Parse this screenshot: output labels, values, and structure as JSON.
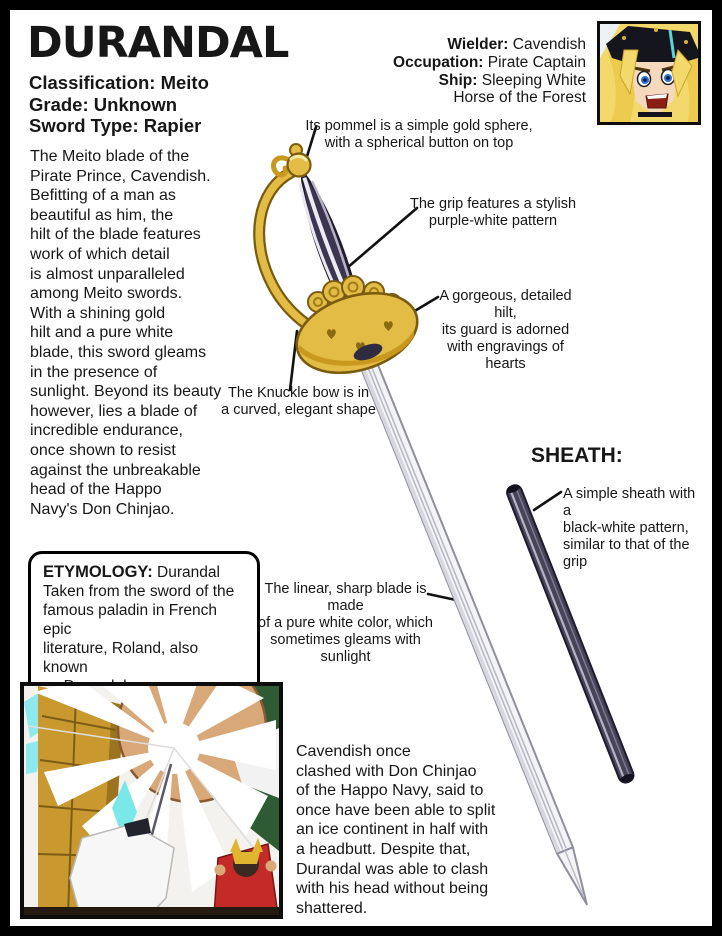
{
  "header": {
    "title": "DURANDAL",
    "stats": [
      {
        "label": "Classification:",
        "value": "Meito"
      },
      {
        "label": "Grade:",
        "value": "Unknown"
      },
      {
        "label": "Sword Type:",
        "value": "Rapier"
      }
    ],
    "wielder": {
      "rows": [
        {
          "label": "Wielder:",
          "value": "Cavendish"
        },
        {
          "label": "Occupation:",
          "value": "Pirate Captain"
        },
        {
          "label": "Ship:",
          "value": "Sleeping White"
        },
        {
          "label": "",
          "value": "Horse of the Forest"
        }
      ]
    }
  },
  "description": {
    "text": "The Meito blade of the\nPirate Prince, Cavendish.\nBefitting of a man as\nbeautiful as him, the\nhilt of the blade features\nwork of which detail\nis almost unparalleled\namong Meito swords.\nWith a shining gold\nhilt and a pure white\nblade, this sword gleams\nin the presence of\nsunlight. Beyond its beauty\nhowever, lies a blade of\nincredible endurance,\nonce shown to resist\nagainst the unbreakable\nhead of the Happo\nNavy's Don Chinjao."
  },
  "annotations": {
    "pommel": "Its pommel is a simple gold sphere,\nwith a spherical button on top",
    "grip": "The grip features a stylish\npurple-white pattern",
    "hilt": "A gorgeous, detailed hilt,\nits guard is adorned\nwith engravings of hearts",
    "knuckle_bow": "The Knuckle bow is in\na curved, elegant shape",
    "blade": "The linear, sharp blade is made\nof a pure white color, which\nsometimes gleams with sunlight"
  },
  "sheath": {
    "heading": "SHEATH:",
    "note": "A simple sheath with a\nblack-white pattern,\nsimilar to that of the grip"
  },
  "etymology": {
    "label": "ETYMOLOGY:",
    "text": "Durandal\nTaken from the sword of the\nfamous paladin in French epic\nliterature, Roland, also known\nas Durandal."
  },
  "footer": {
    "text": "Cavendish once\nclashed with Don Chinjao\nof the Happo Navy, said to\nonce have been able to split\nan ice continent in half with\na headbutt. Despite that,\nDurandal was able to clash\nwith his head without being\nshattered."
  },
  "images": {
    "portrait": "cavendish-portrait",
    "scene": "headbutt-clash-scene"
  },
  "colors": {
    "gold": "#e3bc45",
    "gold_dark": "#c9991f",
    "gold_outline": "#7a5c10",
    "grip_purple": "#3c3650",
    "grip_stripe": "#e9e7f0",
    "blade_white": "#f4f4f7",
    "blade_edge": "#8f8f9e",
    "sheath_dark": "#474358",
    "text": "#171717"
  }
}
